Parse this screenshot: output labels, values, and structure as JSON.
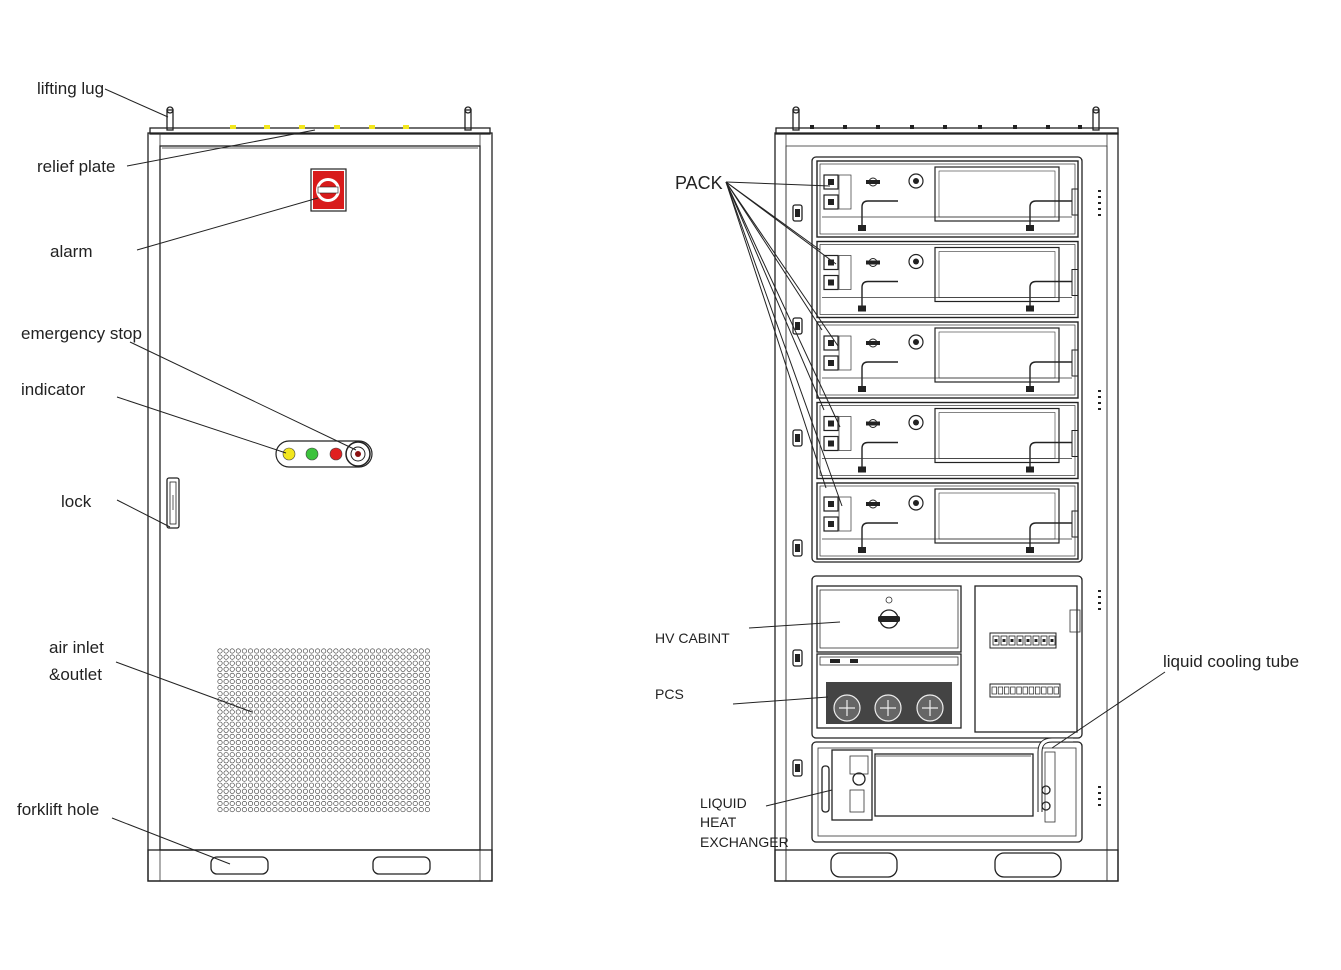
{
  "left_view": {
    "labels": {
      "lifting_lug": "lifting lug",
      "relief_plate": "relief plate",
      "alarm": "alarm",
      "emergency_stop": "emergency stop",
      "indicator": "indicator",
      "lock": "lock",
      "air_inlet_line1": "air inlet",
      "air_inlet_line2": "&outlet",
      "forklift_hole": "forklift hole"
    },
    "indicator_colors": [
      "#f2e61d",
      "#3cc23c",
      "#e02020"
    ],
    "roof_marker_color": "#f2e61d",
    "alarm_color": "#d81b1b"
  },
  "right_view": {
    "labels": {
      "pack": "PACK",
      "hv_cabinet": "HV CABINT",
      "pcs": "PCS",
      "liquid_cooling_tube": "liquid cooling tube",
      "liquid_heat_exchanger_line1": "LIQUID",
      "liquid_heat_exchanger_line2": "HEAT",
      "liquid_heat_exchanger_line3": "EXCHANGER"
    },
    "pack_count": 5
  }
}
